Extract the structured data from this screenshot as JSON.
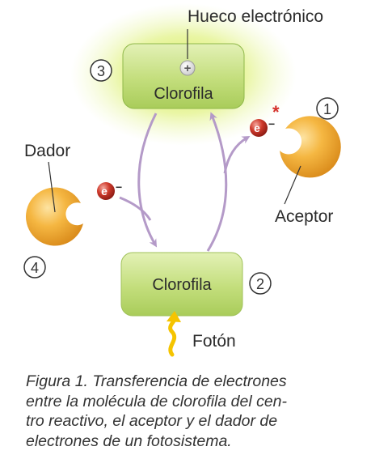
{
  "labels": {
    "hole": "Hueco electrónico",
    "donor": "Dador",
    "acceptor": "Aceptor",
    "photon": "Fotón"
  },
  "boxes": {
    "top": "Clorofila",
    "bottom": "Clorofila"
  },
  "numbers": {
    "one": "1",
    "two": "2",
    "three": "3",
    "four": "4"
  },
  "symbols": {
    "plus": "+",
    "electron": "e",
    "minus": "−",
    "star": "*"
  },
  "caption": {
    "line1": "Figura 1. Transferencia de electrones",
    "line2": "entre la molécula de clorofila del cen-",
    "line3": "tro reactivo, el aceptor y el dador de",
    "line4": "electrones de un fotosistema."
  },
  "colors": {
    "box_fill": "#c6e083",
    "glow": "#c8e43a",
    "arrow": "#b49ac8",
    "sphere": "#f3b33c",
    "electron": "#c8352a",
    "photon": "#f5c400",
    "star": "#d4302a"
  }
}
